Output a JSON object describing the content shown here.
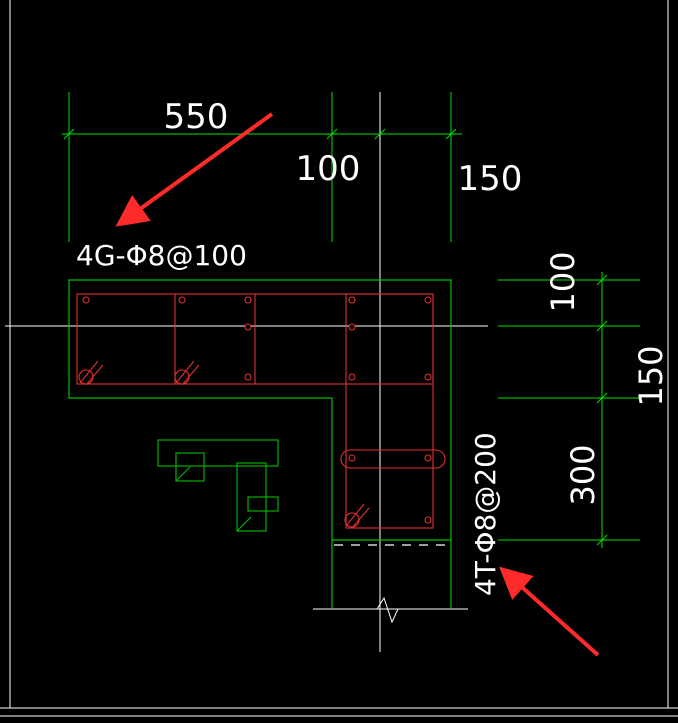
{
  "dimensions": {
    "top_total": "550",
    "top_mid": "100",
    "top_right": "150",
    "right_top": "100",
    "right_mid": "150",
    "right_bottom": "300"
  },
  "annotations": {
    "top_rebar": "4G-Φ8@100",
    "side_rebar": "4T-Φ8@200"
  },
  "colors": {
    "background": "#000000",
    "outline": "#00c000",
    "rebar": "#e03030",
    "dimension": "#00e000",
    "text": "#ffffff",
    "arrow": "#ff2a2a",
    "frame": "#ffffff"
  }
}
